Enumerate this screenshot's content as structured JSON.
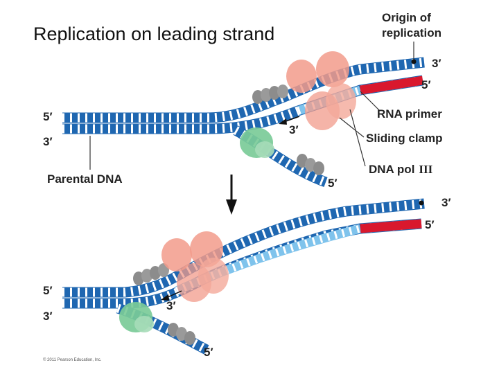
{
  "title": "Replication on leading strand",
  "labels": {
    "origin_line1": "Origin of",
    "origin_line2": "replication",
    "rna_primer": "RNA primer",
    "sliding_clamp": "Sliding clamp",
    "dna_pol": "DNA pol",
    "dna_pol_numeral": "III",
    "parental_dna": "Parental DNA",
    "five_prime": "5′",
    "three_prime": "3′"
  },
  "copyright": "© 2011 Pearson Education, Inc.",
  "colors": {
    "parental_strand": "#1f67b1",
    "new_strand": "#7fc3ec",
    "rna_primer": "#d9182d",
    "dna_pol": "#f29b8b",
    "sliding_clamp": "#7bcb98",
    "helicase": "#8c8c8c",
    "rung": "#ffffff"
  }
}
